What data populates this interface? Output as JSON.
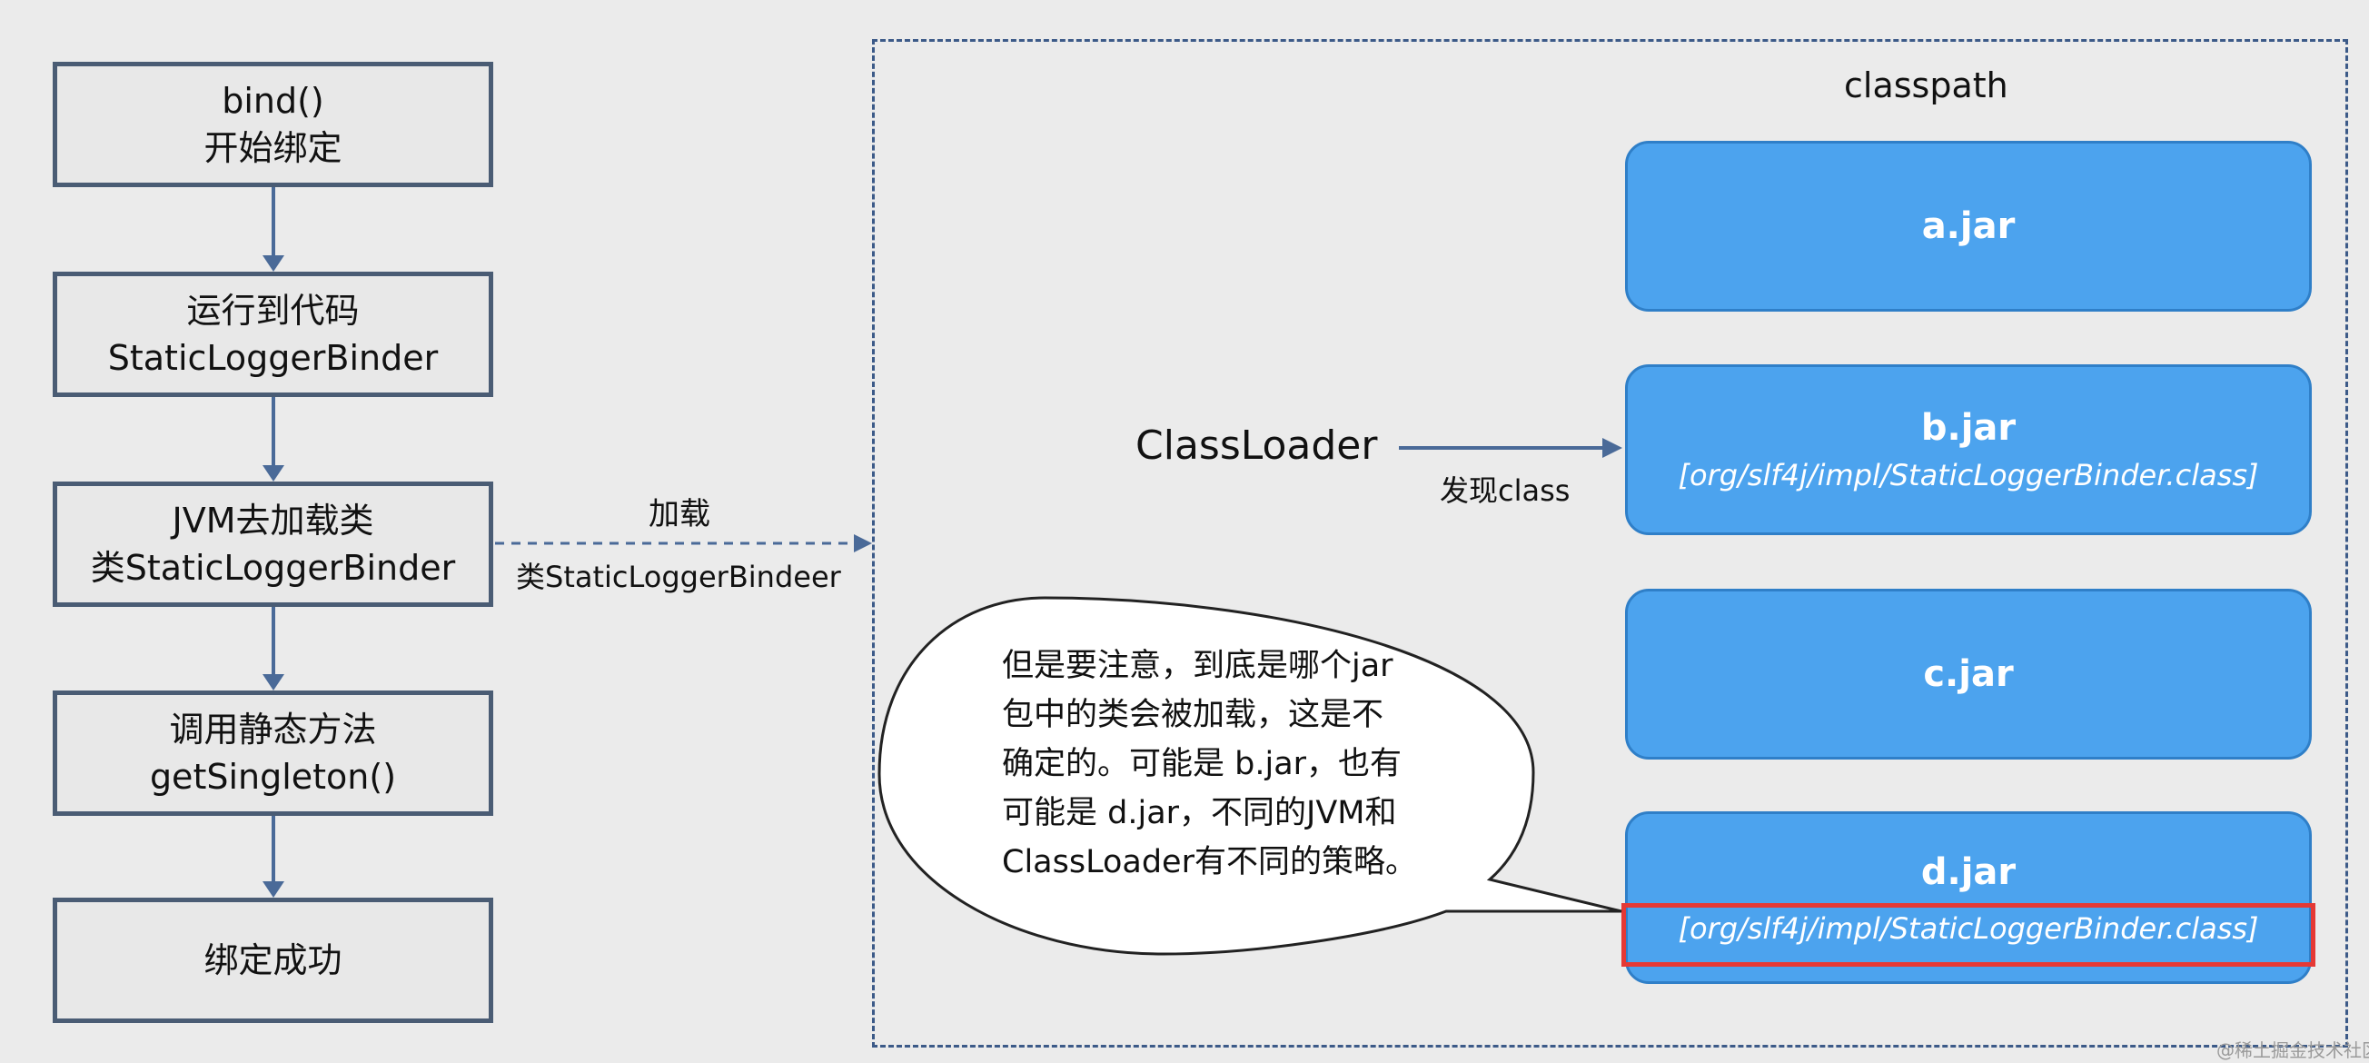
{
  "flow": [
    {
      "line1": "bind()",
      "line2": "开始绑定"
    },
    {
      "line1": "运行到代码",
      "line2": "StaticLoggerBinder"
    },
    {
      "line1": "JVM去加载类",
      "line2": "类StaticLoggerBinder"
    },
    {
      "line1": "调用静态方法",
      "line2": "getSingleton()"
    },
    {
      "line1": "绑定成功"
    }
  ],
  "load_arrow": {
    "label_top": "加载",
    "label_bottom": "类StaticLoggerBindeer"
  },
  "classpath": {
    "title": "classpath",
    "jars": [
      {
        "name": "a.jar"
      },
      {
        "name": "b.jar",
        "path": "[org/slf4j/impl/StaticLoggerBinder.class]"
      },
      {
        "name": "c.jar"
      },
      {
        "name": "d.jar",
        "path": "[org/slf4j/impl/StaticLoggerBinder.class]"
      }
    ]
  },
  "classloader": {
    "label": "ClassLoader",
    "arrow_label": "发现class"
  },
  "callout": {
    "lines": [
      "但是要注意，到底是哪个jar",
      "包中的类会被加载，这是不",
      "确定的。可能是 b.jar，也有",
      "可能是 d.jar，不同的JVM和",
      "ClassLoader有不同的策略。"
    ]
  },
  "watermark": "@稀土掘金技术社区",
  "colors": {
    "arrow": "#4a6a98",
    "jar_fill": "#4ca3ee",
    "highlight": "#e53935"
  }
}
